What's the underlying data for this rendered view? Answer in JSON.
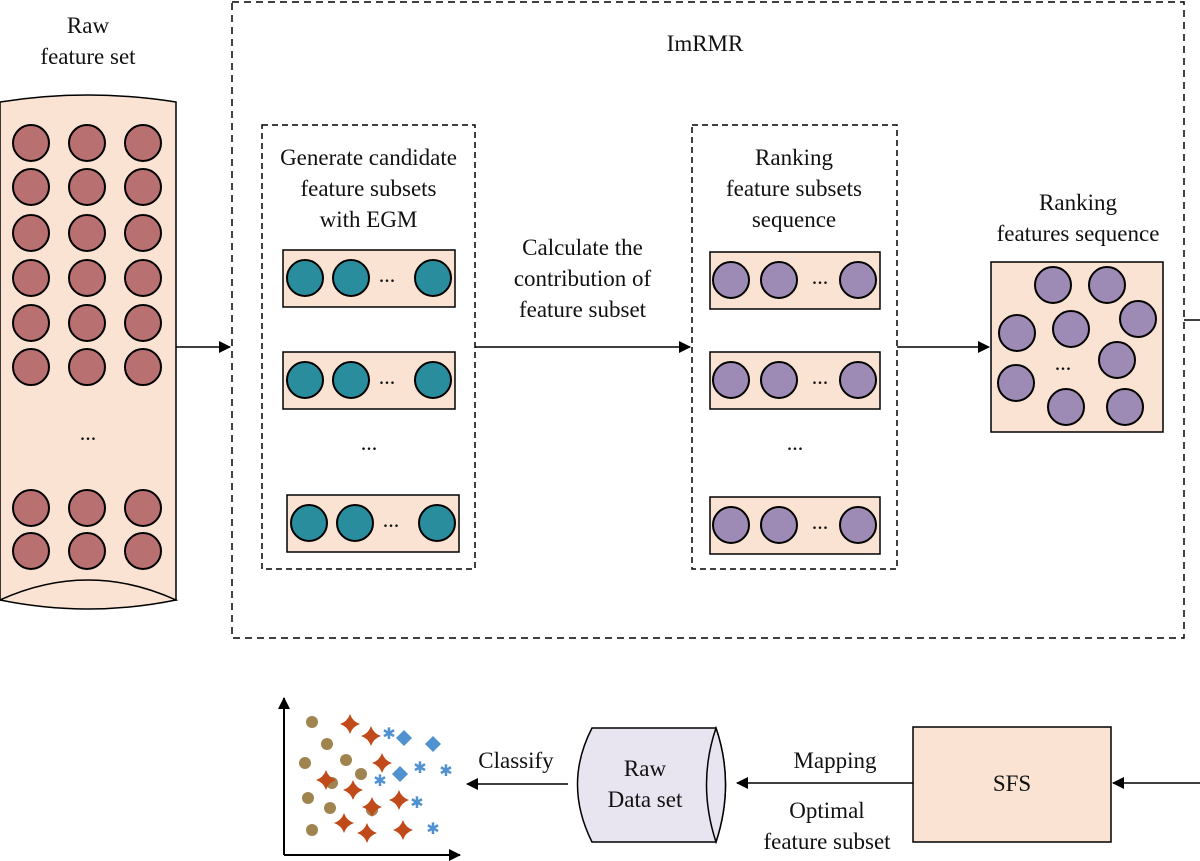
{
  "raw_feature_set": {
    "lines": [
      "Raw",
      "feature set"
    ],
    "ellipsis": "..."
  },
  "imrmr": {
    "title": "ImRMR"
  },
  "candidate_subsets": {
    "lines": [
      "Generate candidate",
      "feature subsets",
      "with EGM"
    ],
    "row_ellipsis": "...",
    "more": "..."
  },
  "contribution_step": {
    "lines": [
      "Calculate the",
      "contribution of",
      "feature subset"
    ]
  },
  "ranking_subsets": {
    "lines": [
      "Ranking",
      "feature subsets",
      "sequence"
    ],
    "row_ellipsis": "...",
    "more": "..."
  },
  "ranking_features": {
    "lines": [
      "Ranking",
      "features sequence"
    ],
    "ellipsis": "..."
  },
  "sfs": {
    "label": "SFS"
  },
  "mapping": {
    "label": "Mapping"
  },
  "optimal_subset": {
    "lines": [
      "Optimal",
      "feature subset"
    ]
  },
  "raw_dataset": {
    "lines": [
      "Raw",
      "Data set"
    ]
  },
  "classify": {
    "label": "Classify"
  },
  "colors": {
    "raw_feature": "#b87070",
    "candidate_feature": "#2a8d9e",
    "ranked_feature": "#9e8bb5",
    "panel_fill": "#fae3d3",
    "cylinder_fill": "#e8e4f0",
    "scatter_brown": "#a08450",
    "scatter_red": "#c04a1a",
    "scatter_blue": "#4f92cf"
  }
}
